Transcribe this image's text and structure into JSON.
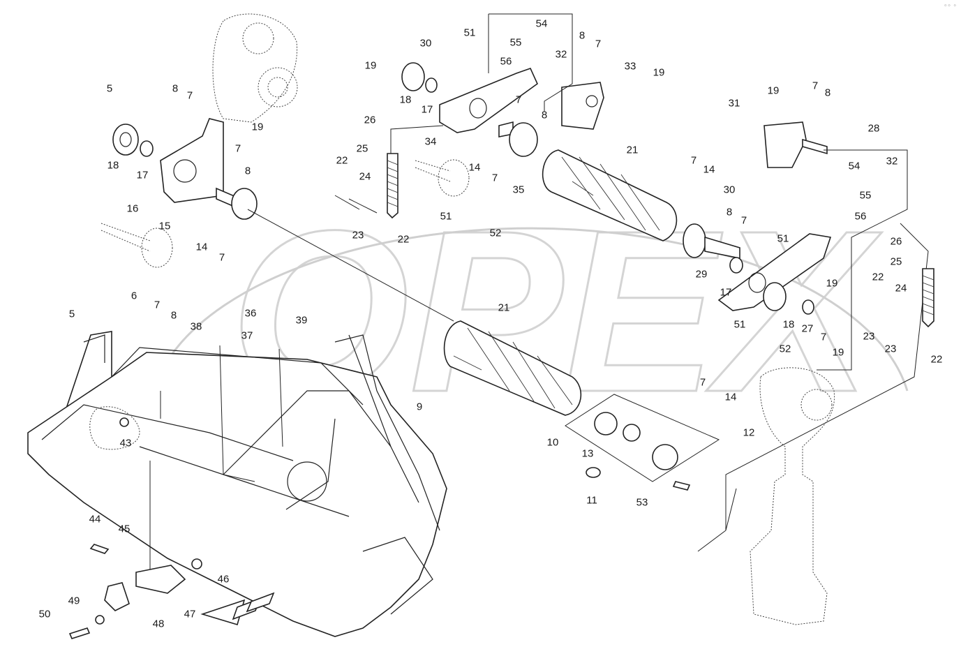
{
  "corner_mark": "◦◦ ◦",
  "watermark": "OPEX",
  "callouts": [
    {
      "id": "54a",
      "text": "54"
    },
    {
      "id": "51a",
      "text": "51"
    },
    {
      "id": "30a",
      "text": "30"
    },
    {
      "id": "55a",
      "text": "55"
    },
    {
      "id": "8a",
      "text": "8"
    },
    {
      "id": "7a",
      "text": "7"
    },
    {
      "id": "19a",
      "text": "19"
    },
    {
      "id": "56a",
      "text": "56"
    },
    {
      "id": "32a",
      "text": "32"
    },
    {
      "id": "33",
      "text": "33"
    },
    {
      "id": "19b",
      "text": "19"
    },
    {
      "id": "5a",
      "text": "5"
    },
    {
      "id": "8b",
      "text": "8"
    },
    {
      "id": "7b",
      "text": "7"
    },
    {
      "id": "18a",
      "text": "18"
    },
    {
      "id": "17a",
      "text": "17"
    },
    {
      "id": "8c",
      "text": "8"
    },
    {
      "id": "7c",
      "text": "7"
    },
    {
      "id": "19c",
      "text": "19"
    },
    {
      "id": "7d",
      "text": "7"
    },
    {
      "id": "8d",
      "text": "8"
    },
    {
      "id": "31",
      "text": "31"
    },
    {
      "id": "28",
      "text": "28"
    },
    {
      "id": "26a",
      "text": "26"
    },
    {
      "id": "34",
      "text": "34"
    },
    {
      "id": "18b",
      "text": "18"
    },
    {
      "id": "17b",
      "text": "17"
    },
    {
      "id": "19d",
      "text": "19"
    },
    {
      "id": "7e",
      "text": "7"
    },
    {
      "id": "8e",
      "text": "8"
    },
    {
      "id": "25a",
      "text": "25"
    },
    {
      "id": "22a",
      "text": "22"
    },
    {
      "id": "24a",
      "text": "24"
    },
    {
      "id": "14a",
      "text": "14"
    },
    {
      "id": "7f",
      "text": "7"
    },
    {
      "id": "35",
      "text": "35"
    },
    {
      "id": "21a",
      "text": "21"
    },
    {
      "id": "7g",
      "text": "7"
    },
    {
      "id": "14b",
      "text": "14"
    },
    {
      "id": "54b",
      "text": "54"
    },
    {
      "id": "32b",
      "text": "32"
    },
    {
      "id": "55b",
      "text": "55"
    },
    {
      "id": "16",
      "text": "16"
    },
    {
      "id": "15",
      "text": "15"
    },
    {
      "id": "23a",
      "text": "23"
    },
    {
      "id": "22b",
      "text": "22"
    },
    {
      "id": "51b",
      "text": "51"
    },
    {
      "id": "52a",
      "text": "52"
    },
    {
      "id": "30b",
      "text": "30"
    },
    {
      "id": "8f",
      "text": "8"
    },
    {
      "id": "7h",
      "text": "7"
    },
    {
      "id": "56b",
      "text": "56"
    },
    {
      "id": "14c",
      "text": "14"
    },
    {
      "id": "7i",
      "text": "7"
    },
    {
      "id": "51c",
      "text": "51"
    },
    {
      "id": "26b",
      "text": "26"
    },
    {
      "id": "29",
      "text": "29"
    },
    {
      "id": "25b",
      "text": "25"
    },
    {
      "id": "17c",
      "text": "17"
    },
    {
      "id": "6",
      "text": "6"
    },
    {
      "id": "7j",
      "text": "7"
    },
    {
      "id": "5b",
      "text": "5"
    },
    {
      "id": "8g",
      "text": "8"
    },
    {
      "id": "21b",
      "text": "21"
    },
    {
      "id": "19e",
      "text": "19"
    },
    {
      "id": "22c",
      "text": "22"
    },
    {
      "id": "24b",
      "text": "24"
    },
    {
      "id": "36",
      "text": "36"
    },
    {
      "id": "39",
      "text": "39"
    },
    {
      "id": "37",
      "text": "37"
    },
    {
      "id": "38",
      "text": "38"
    },
    {
      "id": "18c",
      "text": "18"
    },
    {
      "id": "27",
      "text": "27"
    },
    {
      "id": "7k",
      "text": "7"
    },
    {
      "id": "19f",
      "text": "19"
    },
    {
      "id": "51d",
      "text": "51"
    },
    {
      "id": "52b",
      "text": "52"
    },
    {
      "id": "23b",
      "text": "23"
    },
    {
      "id": "23c",
      "text": "23"
    },
    {
      "id": "22d",
      "text": "22"
    },
    {
      "id": "9",
      "text": "9"
    },
    {
      "id": "7l",
      "text": "7"
    },
    {
      "id": "14d",
      "text": "14"
    },
    {
      "id": "43",
      "text": "43"
    },
    {
      "id": "10",
      "text": "10"
    },
    {
      "id": "12",
      "text": "12"
    },
    {
      "id": "13",
      "text": "13"
    },
    {
      "id": "11",
      "text": "11"
    },
    {
      "id": "53",
      "text": "53"
    },
    {
      "id": "44",
      "text": "44"
    },
    {
      "id": "45",
      "text": "45"
    },
    {
      "id": "46",
      "text": "46"
    },
    {
      "id": "49",
      "text": "49"
    },
    {
      "id": "47",
      "text": "47"
    },
    {
      "id": "50",
      "text": "50"
    },
    {
      "id": "48",
      "text": "48"
    }
  ]
}
